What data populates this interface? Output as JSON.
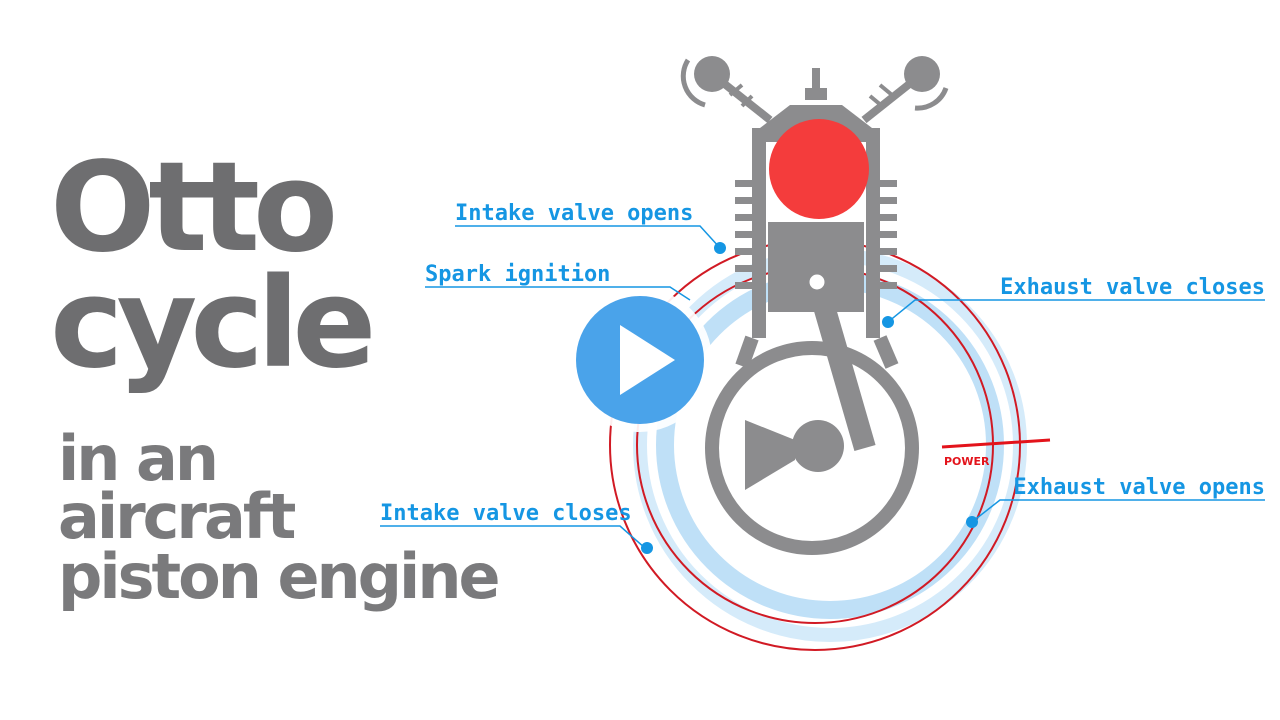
{
  "title": {
    "line1": "Otto",
    "line2": "cycle",
    "line3": "in an",
    "line4": "aircraft",
    "line5": "piston engine"
  },
  "diagram": {
    "labels": {
      "intake_valve_opens": "Intake valve opens",
      "spark_ignition": "Spark ignition",
      "exhaust_valve_closes": "Exhaust valve closes",
      "exhaust_valve_opens": "Exhaust valve opens",
      "intake_valve_closes": "Intake valve closes",
      "power": "POWER"
    }
  },
  "play_button": {
    "icon": "play-icon"
  },
  "colors": {
    "title_gray": "#6e6e70",
    "engine_gray": "#8c8c8e",
    "accent_blue": "#1596e3",
    "light_blue": "#bfe0f7",
    "red": "#e3131b",
    "play_blue": "#4aa3ea"
  }
}
